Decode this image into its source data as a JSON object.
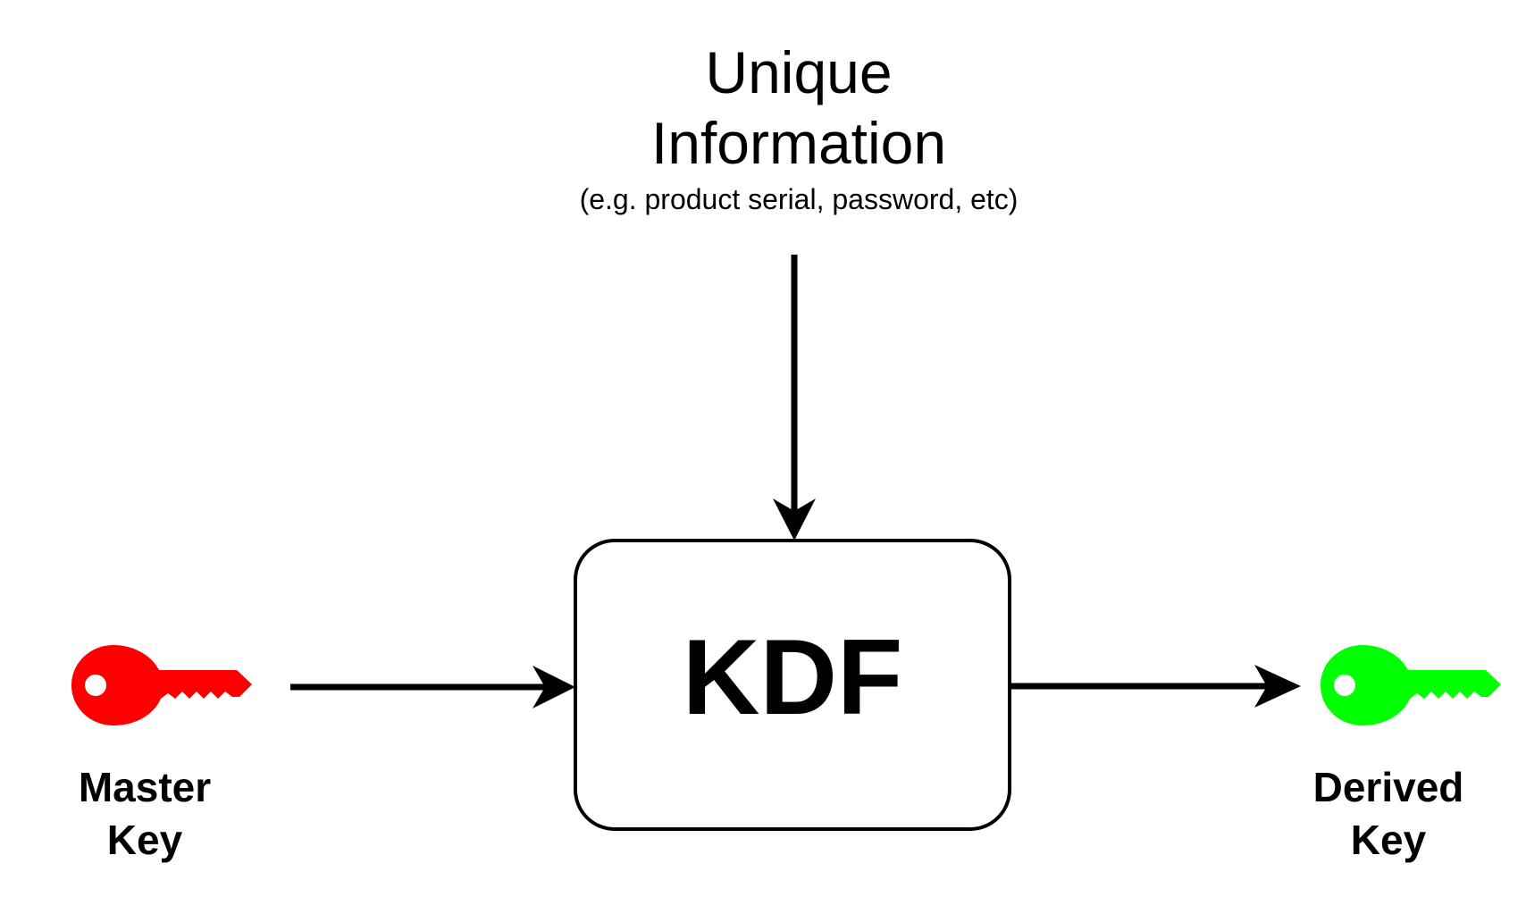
{
  "unique_info": {
    "title_lines": [
      "Unique",
      "Information"
    ],
    "subtitle": "(e.g. product serial, password, etc)"
  },
  "kdf": {
    "label": "KDF"
  },
  "master_key": {
    "label_lines": [
      "Master",
      "Key"
    ],
    "icon": "key-icon",
    "color": "#ff0000"
  },
  "derived_key": {
    "label_lines": [
      "Derived",
      "Key"
    ],
    "icon": "key-icon",
    "color": "#00ff00"
  },
  "colors": {
    "stroke": "#000000",
    "background": "#ffffff"
  }
}
